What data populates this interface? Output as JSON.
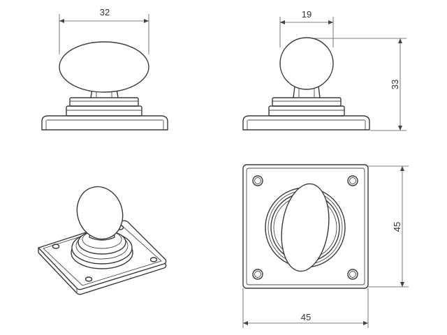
{
  "dimensions": {
    "front_knob_width": "32",
    "side_knob_width": "19",
    "side_height": "33",
    "plate_height": "45",
    "plate_width": "45"
  }
}
